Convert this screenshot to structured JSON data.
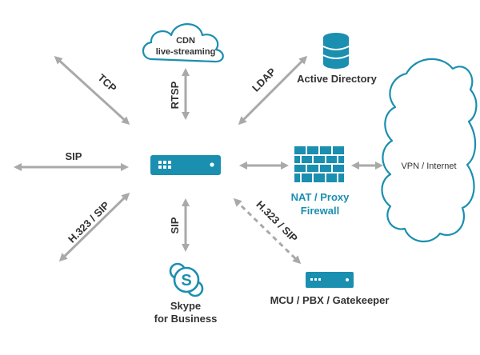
{
  "nodes": {
    "cdn": {
      "line1": "CDN",
      "line2": "live-streaming"
    },
    "active_directory": {
      "label": "Active Directory"
    },
    "firewall": {
      "line1": "NAT / Proxy",
      "line2": "Firewall"
    },
    "vpn": {
      "label": "VPN / Internet"
    },
    "skype": {
      "line1": "Skype",
      "line2": "for Business"
    },
    "mcu": {
      "label": "MCU / PBX / Gatekeeper"
    }
  },
  "edges": {
    "tcp": "TCP",
    "rtsp": "RTSP",
    "ldap": "LDAP",
    "sip_left": "SIP",
    "h323_left": "H.323 / SIP",
    "sip_down": "SIP",
    "h323_mcu": "H.323 / SIP"
  },
  "colors": {
    "accent": "#1a8fb0",
    "edge": "#a9a9a9",
    "label": "#333333",
    "cloud_stroke": "#1a8fb0"
  }
}
